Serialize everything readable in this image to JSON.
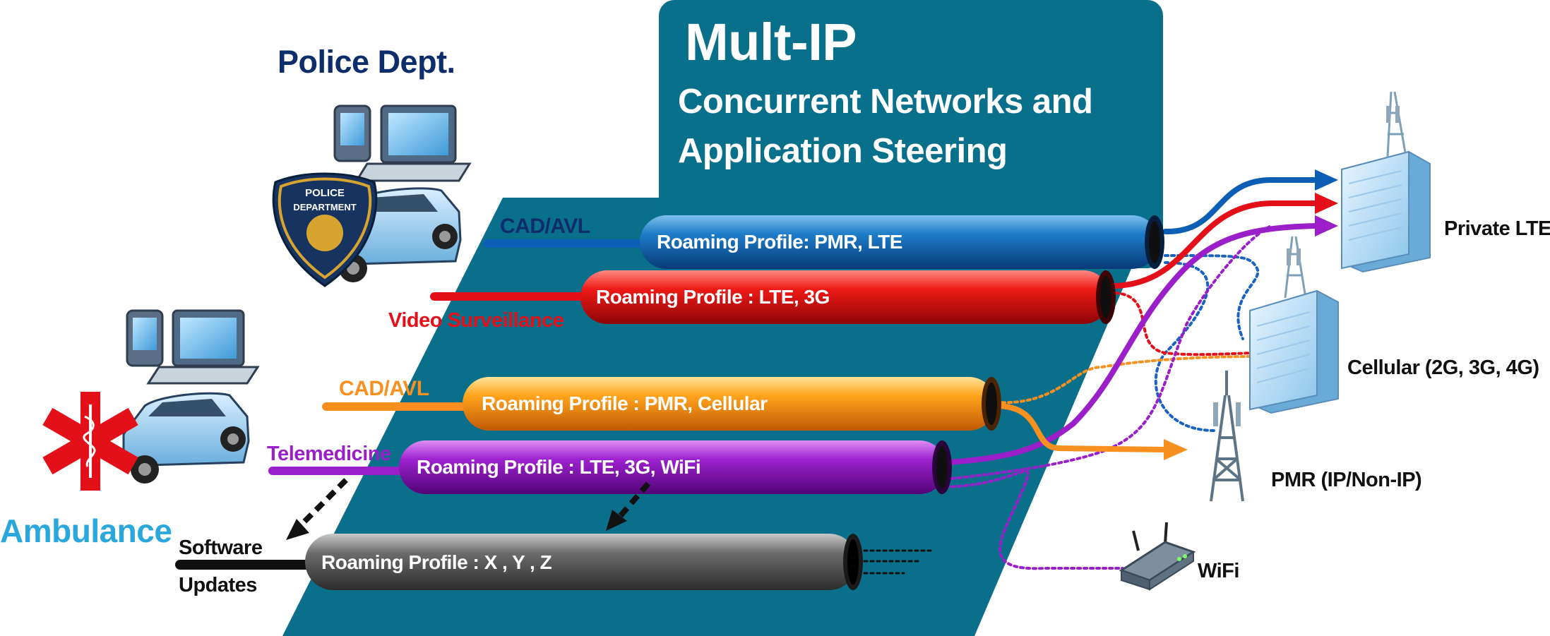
{
  "title": {
    "main": "Mult-IP",
    "line1": "Concurrent Networks and",
    "line2": "Application Steering"
  },
  "sources": {
    "police": "Police Dept.",
    "police_badge_top": "POLICE",
    "police_badge_mid": "DEPARTMENT",
    "ambulance": "Ambulance"
  },
  "apps": {
    "police_cad": "CAD/AVL",
    "video": "Video Surveillance",
    "amb_cad": "CAD/AVL",
    "telemedicine": "Telemedicine",
    "software_line1": "Software",
    "software_line2": "Updates"
  },
  "pipes": [
    {
      "label": "Roaming Profile: PMR, LTE",
      "color": "blue"
    },
    {
      "label": "Roaming Profile  : LTE, 3G",
      "color": "red"
    },
    {
      "label": "Roaming Profile  :  PMR, Cellular",
      "color": "orange"
    },
    {
      "label": "Roaming Profile  : LTE, 3G, WiFi",
      "color": "purple"
    },
    {
      "label": "Roaming Profile  : X , Y , Z",
      "color": "gray"
    }
  ],
  "networks": {
    "private_lte": "Private LTE",
    "cellular": "Cellular (2G, 3G, 4G)",
    "pmr": "PMR (IP/Non-IP)",
    "wifi": "WiFi"
  },
  "colors": {
    "panel": "#09708c",
    "blue": "#0d5fb5",
    "red": "#e3101a",
    "orange": "#f7901e",
    "purple": "#9b1fc9",
    "gray": "#5f5f5f",
    "navy_text": "#0e2e6b",
    "cyan_text": "#2aa7dd"
  }
}
